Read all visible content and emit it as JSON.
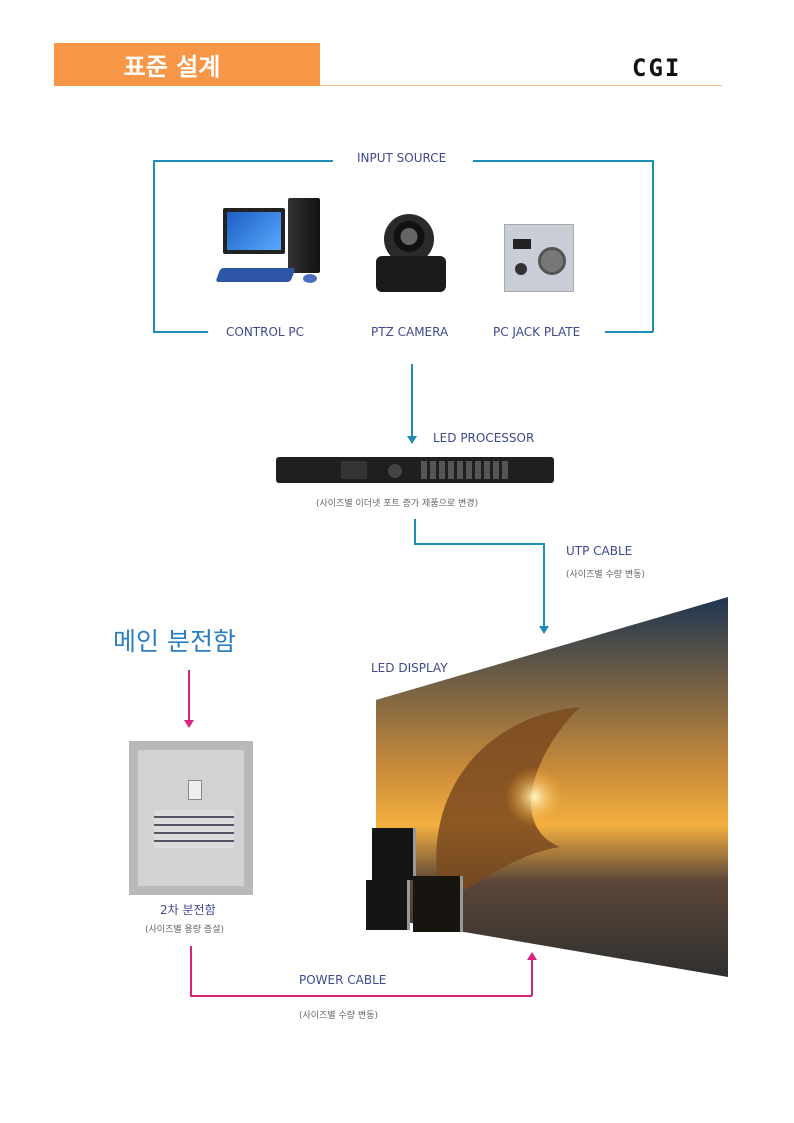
{
  "header": {
    "title": "표준 설계",
    "logo": "CGI"
  },
  "colors": {
    "orange": "#f79646",
    "teal": "#1c8db3",
    "magenta": "#d6247f",
    "label": "#3d4a8f",
    "main_title": "#2e7fc0"
  },
  "input_source": {
    "title": "INPUT SOURCE",
    "items": [
      {
        "label": "CONTROL PC"
      },
      {
        "label": "PTZ CAMERA"
      },
      {
        "label": "PC JACK PLATE"
      }
    ]
  },
  "processor": {
    "label": "LED PROCESSOR",
    "note": "(사이즈별 이더넷 포트 증가 제품으로 변경)"
  },
  "utp": {
    "label": "UTP CABLE",
    "note": "(사이즈별 수량 변동)"
  },
  "main_panel": {
    "label": "메인 분전함"
  },
  "display": {
    "label": "LED DISPLAY"
  },
  "sub_panel": {
    "label": "2차 분전함",
    "note": "(사이즈별 용량 증설)"
  },
  "power": {
    "label": "POWER CABLE",
    "note": "(사이즈별 수량 변동)"
  }
}
